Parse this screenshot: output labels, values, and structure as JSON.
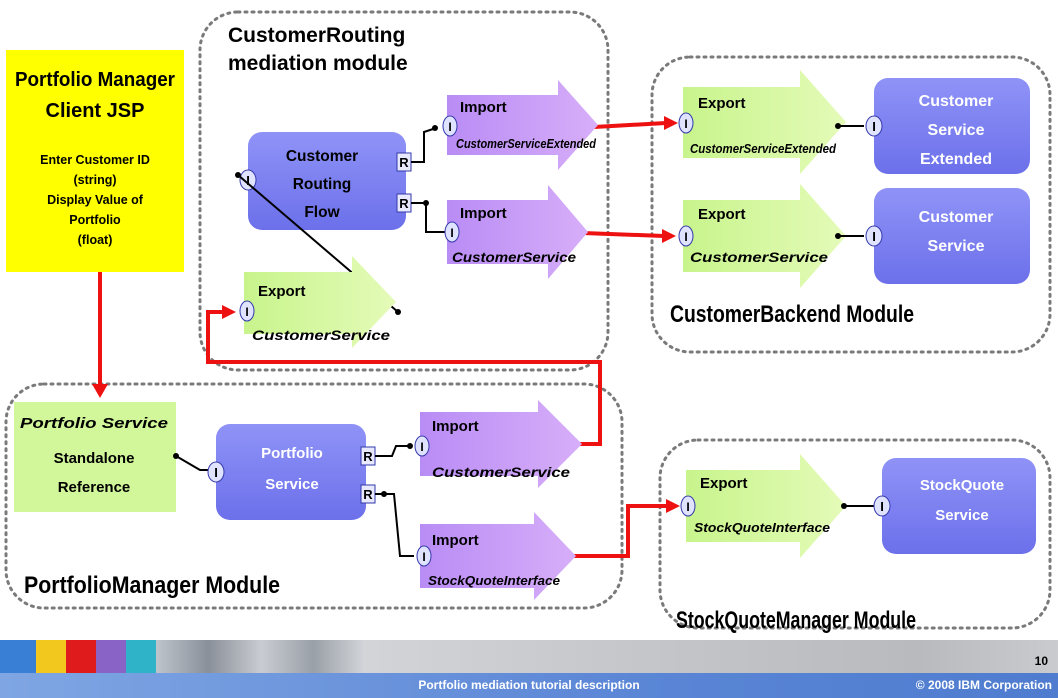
{
  "jsp": {
    "title_line1": "Portfolio Manager",
    "title_line2": "Client JSP",
    "desc_line1": "Enter Customer ID",
    "desc_line2": "(string)",
    "desc_line3": "Display Value of",
    "desc_line4": "Portfolio",
    "desc_line5": "(float)"
  },
  "routing_module": {
    "title_line1": "CustomerRouting",
    "title_line2": "mediation module",
    "flow_line1": "Customer",
    "flow_line2": "Routing",
    "flow_line3": "Flow",
    "import1_title": "Import",
    "import1_name": "CustomerServiceExtended",
    "import2_title": "Import",
    "import2_name": "CustomerService",
    "export_title": "Export",
    "export_name": "CustomerService"
  },
  "backend_module": {
    "title": "CustomerBackend Module",
    "export1_title": "Export",
    "export1_name": "CustomerServiceExtended",
    "export2_title": "Export",
    "export2_name": "CustomerService",
    "svc1_line1": "Customer",
    "svc1_line2": "Service",
    "svc1_line3": "Extended",
    "svc2_line1": "Customer",
    "svc2_line2": "Service"
  },
  "portfolio_module": {
    "title": "PortfolioManager Module",
    "ref_line1": "Portfolio Service",
    "ref_line2": "Standalone",
    "ref_line3": "Reference",
    "svc_line1": "Portfolio",
    "svc_line2": "Service",
    "import1_title": "Import",
    "import1_name": "CustomerService",
    "import2_title": "Import",
    "import2_name": "StockQuoteInterface"
  },
  "stockquote_module": {
    "title": "StockQuoteManager Module",
    "export_title": "Export",
    "export_name": "StockQuoteInterface",
    "svc_line1": "StockQuote",
    "svc_line2": "Service"
  },
  "markers": {
    "interface": "I",
    "reference": "R"
  },
  "footer": {
    "page_number": "10",
    "center_text": "Portfolio mediation tutorial description",
    "copyright": "© 2008 IBM Corporation"
  },
  "colors": {
    "component_blue": "#7b7ff0",
    "import_purple": "#c99bf7",
    "export_green": "#d2f79a",
    "jsp_yellow": "#ffff00",
    "wire_red": "#ee1111"
  }
}
